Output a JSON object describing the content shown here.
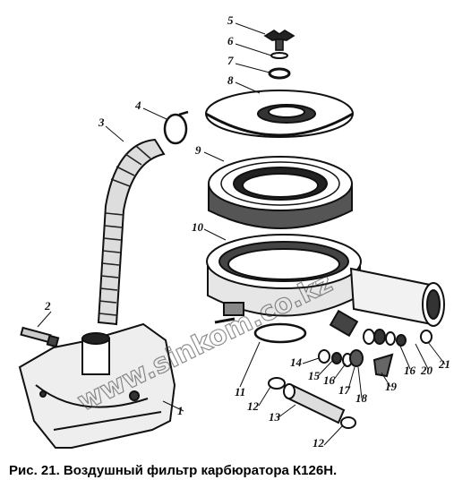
{
  "figure": {
    "caption": "Рис. 21. Воздушный фильтр карбюратора К126Н.",
    "watermark": "www.sinkom.co.kz",
    "callouts": [
      "1",
      "2",
      "3",
      "4",
      "5",
      "6",
      "7",
      "8",
      "9",
      "10",
      "11",
      "12",
      "12",
      "13",
      "14",
      "15",
      "16",
      "16",
      "17",
      "18",
      "19",
      "20",
      "21"
    ]
  }
}
